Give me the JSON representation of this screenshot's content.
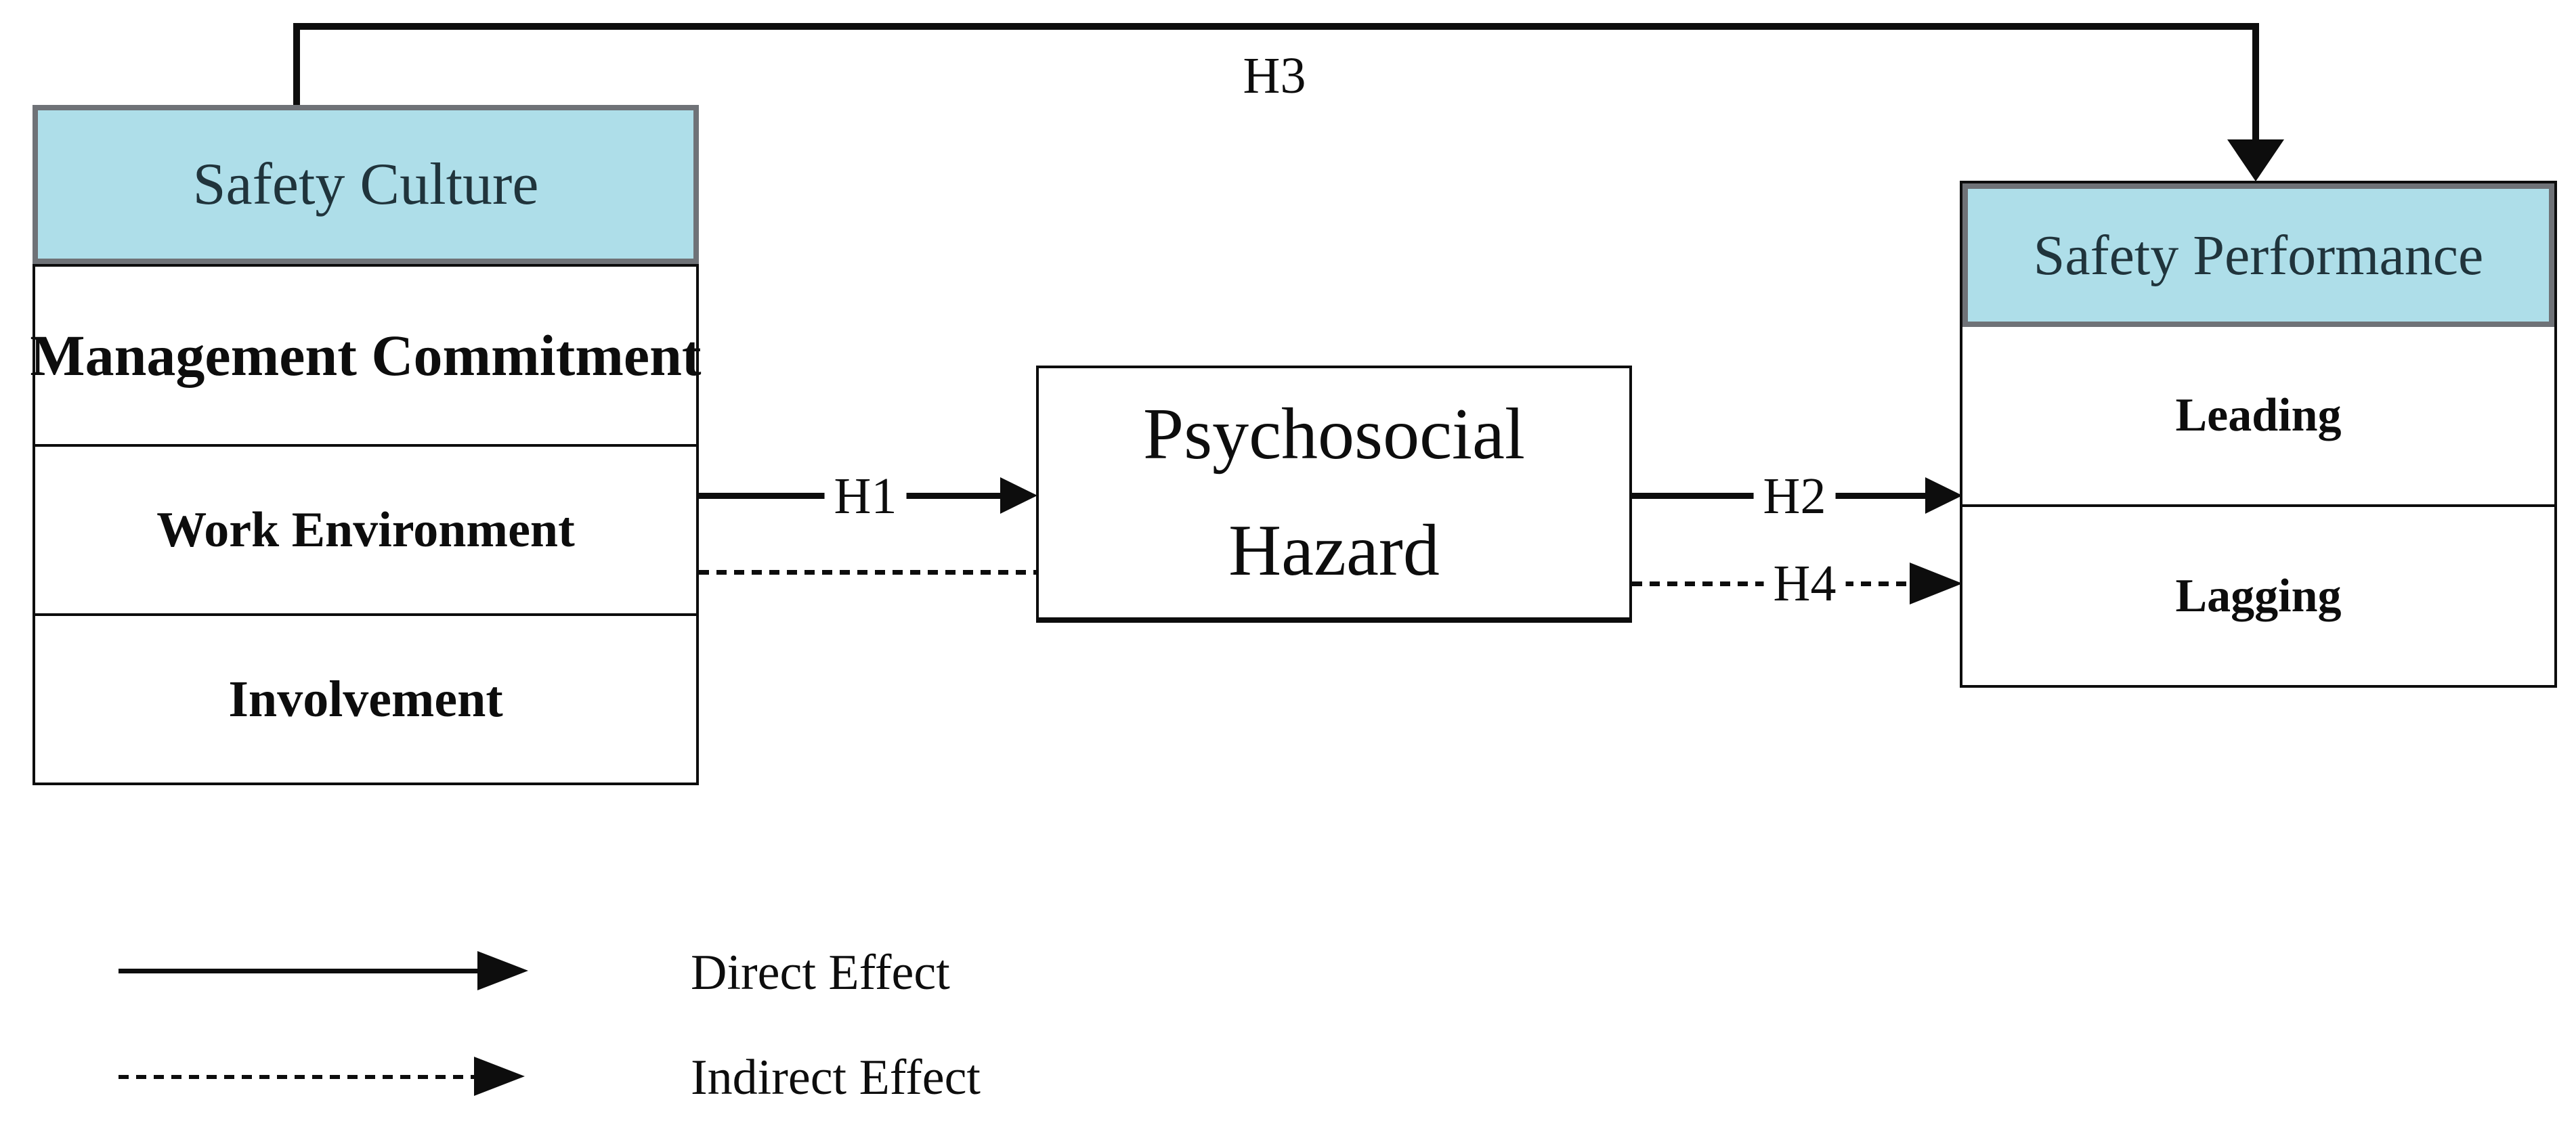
{
  "safety_culture": {
    "title": "Safety Culture",
    "items": [
      "Management Commitment",
      "Work Environment",
      "Involvement"
    ]
  },
  "mediator": {
    "title": "Psychosocial Hazard"
  },
  "safety_performance": {
    "title": "Safety Performance",
    "items": [
      "Leading",
      "Lagging"
    ]
  },
  "hypotheses": {
    "h1": "H1",
    "h2": "H2",
    "h3": "H3",
    "h4": "H4"
  },
  "legend": {
    "items": [
      {
        "style": "solid",
        "label": "Direct Effect"
      },
      {
        "style": "dashed",
        "label": "Indirect Effect"
      }
    ]
  },
  "colors": {
    "header_fill": "#AEDEE9",
    "header_border": "#6F7277",
    "line": "#0d0d0d"
  }
}
